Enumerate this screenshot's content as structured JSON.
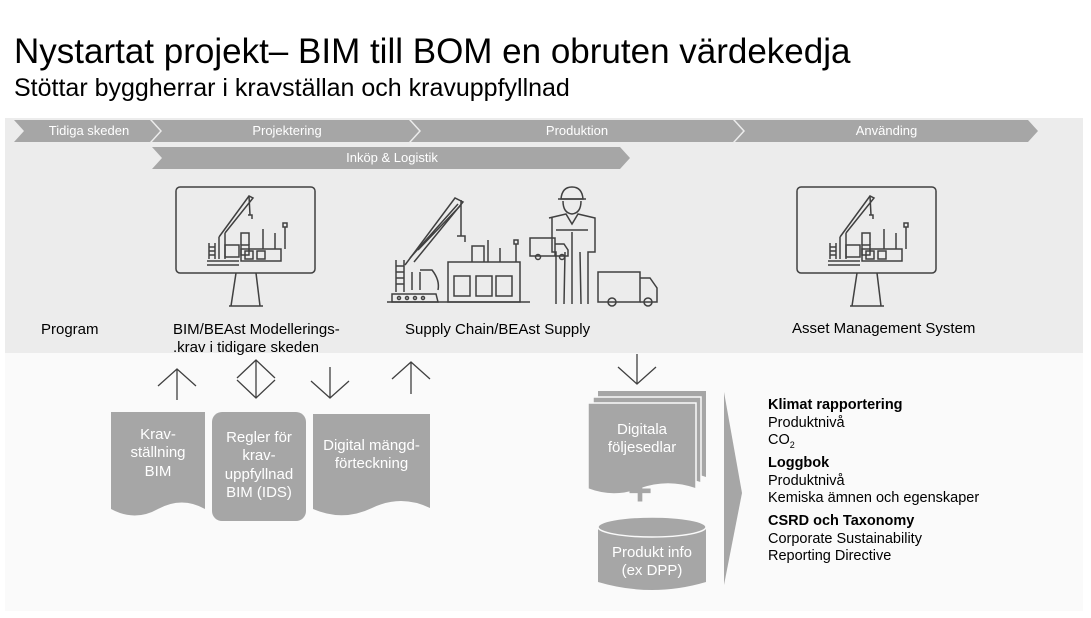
{
  "header": {
    "title": "Nystartat projekt– BIM till BOM en obruten värdekedja",
    "subtitle": "Stöttar byggherrar i kravställan och kravuppfyllnad"
  },
  "phases": {
    "tidiga_skeden": "Tidiga skeden",
    "projektering": "Projektering",
    "produktion": "Produktion",
    "anvandning": "Använding",
    "inkop_logistik": "Inköp & Logistik"
  },
  "stages": {
    "program": "Program",
    "bim_line1": "BIM/BEAst Modellerings-",
    "bim_line2": ".krav i tidigare skeden",
    "supply": "Supply Chain/BEAst Supply",
    "asset": "Asset Management System"
  },
  "cards": {
    "kravstallning": "Krav-\nställning\nBIM",
    "regler": "Regler för\nkrav-\nuppfyllnad\nBIM (IDS)",
    "mangd": "Digital mängd-\nförteckning",
    "foljesedlar": "Digitala\nföljesedlar",
    "plus": "+",
    "produkt": "Produkt info\n(ex DPP)"
  },
  "outputs": {
    "klimat": {
      "heading": "Klimat rapportering",
      "line1": "Produktnivå",
      "co2_base": "CO",
      "co2_sub": "2"
    },
    "loggbok": {
      "heading": "Loggbok",
      "line1": "Produktnivå",
      "line2": "Kemiska ämnen och egenskaper"
    },
    "csrd": {
      "heading": "CSRD och Taxonomy",
      "line1": "Corporate Sustainability",
      "line2": "Reporting Directive"
    }
  },
  "colors": {
    "phase_arrow": "#a6a6a6",
    "card": "#a6a6a6",
    "line_art": "#404040",
    "band": "#ececec"
  },
  "icons": {
    "arrow_up": "arrow-up-icon",
    "arrow_updown": "arrow-up-down-icon",
    "arrow_down": "arrow-down-icon",
    "crane_monitor": "crane-monitor-icon",
    "worker": "worker-icon",
    "truck": "truck-icon",
    "database": "database-icon",
    "documents": "documents-icon"
  }
}
